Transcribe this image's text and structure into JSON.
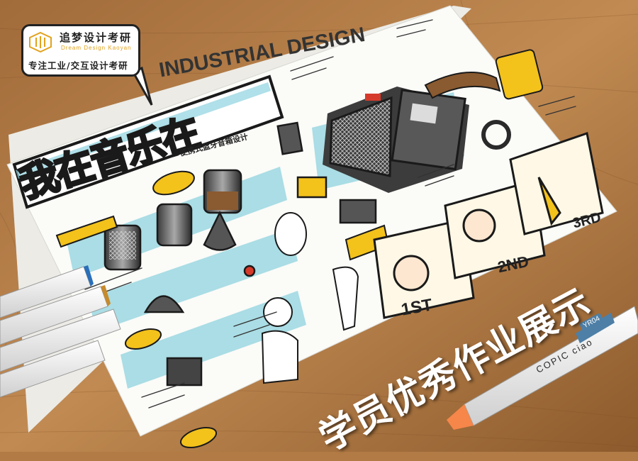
{
  "brand": {
    "name_cn": "追梦设计考研",
    "name_en": "Dream Design Kaoyan",
    "slogan": "专注工业/交互设计考研"
  },
  "poster": {
    "header": "INDUSTRIAL DESIGN",
    "title": "我在音乐在",
    "subtitle": "便携式蓝牙音箱设计",
    "ranks": [
      "1ST",
      "2ND",
      "3RD"
    ]
  },
  "caption": "学员优秀作业展示",
  "marker": {
    "brand": "COPIC ciao",
    "code": "YR04"
  },
  "colors": {
    "wood": "#b27a45",
    "paper": "#fbfbf8",
    "accent_yellow": "#f3c21b",
    "accent_cyan": "#8fd3df",
    "ink": "#1a1a1a",
    "marker_tip": "#f6864a"
  }
}
